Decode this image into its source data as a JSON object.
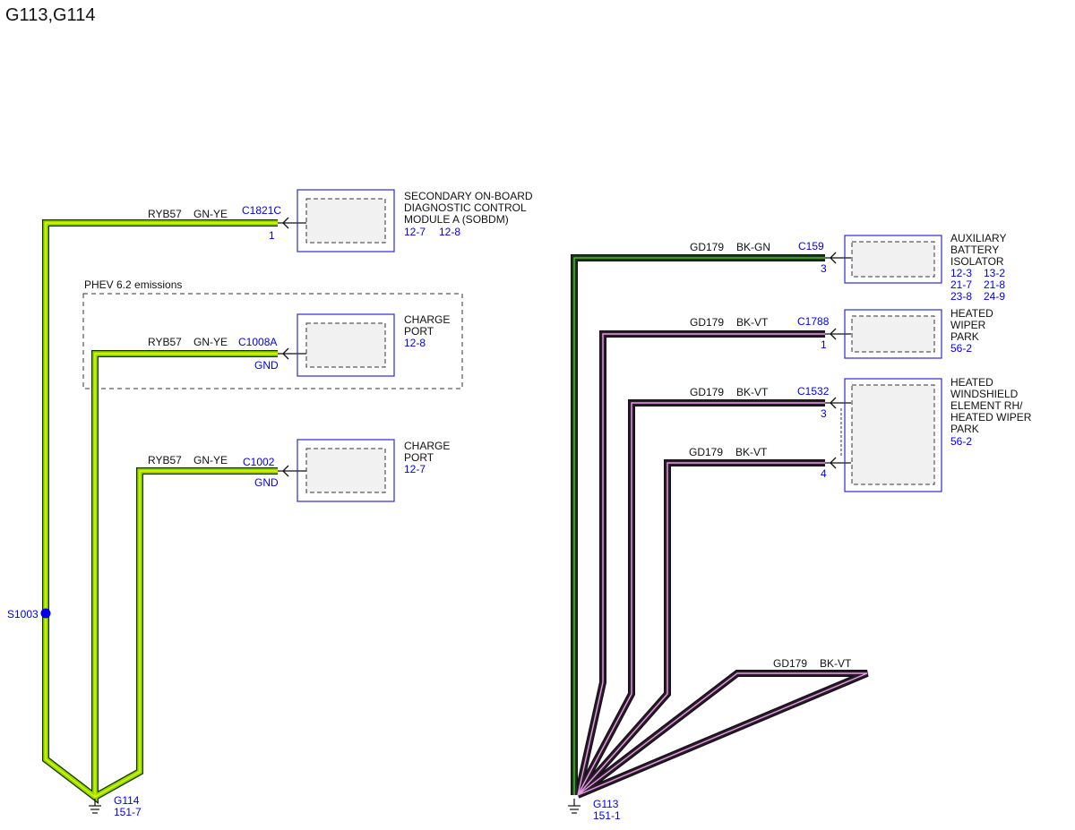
{
  "page_title": "G113,G114",
  "colors": {
    "green_wire": "#8be000",
    "green_stripe": "#f2ee00",
    "dark_wire": "#1a3a1a",
    "violet_stripe": "#e8a0e8",
    "ref_blue": "#0000ee",
    "box_blue": "#2b2bd9",
    "box_fill": "#f1f1f1"
  },
  "splice": {
    "label": "S1003"
  },
  "phev_group": {
    "label": "PHEV 6.2 emissions"
  },
  "ground_g114": {
    "name": "G114",
    "ref": "151-7"
  },
  "ground_g113": {
    "name": "G113",
    "ref": "151-1"
  },
  "left_wires": [
    {
      "circuit": "RYB57",
      "color_code": "GN-YE",
      "connector": "C1821C",
      "pin": "1"
    },
    {
      "circuit": "RYB57",
      "color_code": "GN-YE",
      "connector": "C1008A",
      "pin": "GND"
    },
    {
      "circuit": "RYB57",
      "color_code": "GN-YE",
      "connector": "C1002",
      "pin": "GND"
    }
  ],
  "left_components": [
    {
      "name_lines": [
        "SECONDARY ON-BOARD",
        "DIAGNOSTIC CONTROL",
        "MODULE A (SOBDM)"
      ],
      "refs": [
        "12-7",
        "12-8"
      ]
    },
    {
      "name_lines": [
        "CHARGE",
        "PORT"
      ],
      "refs": [
        "12-8"
      ]
    },
    {
      "name_lines": [
        "CHARGE",
        "PORT"
      ],
      "refs": [
        "12-7"
      ]
    }
  ],
  "right_wires": [
    {
      "circuit": "GD179",
      "color_code": "BK-GN",
      "connector": "C159",
      "pin": "3"
    },
    {
      "circuit": "GD179",
      "color_code": "BK-VT",
      "connector": "C1788",
      "pin": "1"
    },
    {
      "circuit": "GD179",
      "color_code": "BK-VT",
      "connector": "C1532",
      "pin": "3"
    },
    {
      "circuit": "GD179",
      "color_code": "BK-VT",
      "connector": "",
      "pin": "4"
    },
    {
      "circuit": "GD179",
      "color_code": "BK-VT",
      "connector": "",
      "pin": ""
    }
  ],
  "right_components": [
    {
      "name_lines": [
        "AUXILIARY",
        "BATTERY",
        "ISOLATOR"
      ],
      "refs": [
        "12-3",
        "13-2",
        "21-7",
        "21-8",
        "23-8",
        "24-9"
      ]
    },
    {
      "name_lines": [
        "HEATED",
        "WIPER",
        "PARK"
      ],
      "refs": [
        "56-2"
      ]
    },
    {
      "name_lines": [
        "HEATED",
        "WINDSHIELD",
        "ELEMENT RH/",
        "HEATED WIPER",
        "PARK"
      ],
      "refs": [
        "56-2"
      ]
    }
  ]
}
